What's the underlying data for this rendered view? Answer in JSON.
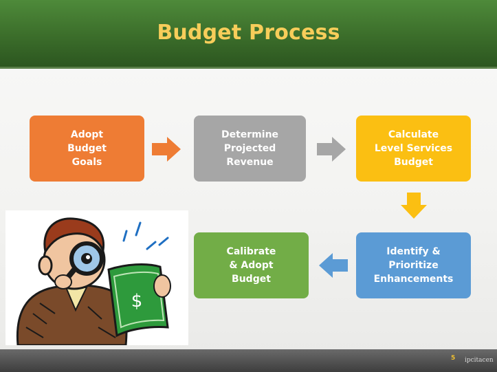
{
  "slide": {
    "title": "Budget Process",
    "page_number": "5",
    "footer_mark": "ipcitacen"
  },
  "steps": [
    {
      "label": "Adopt\nBudget\nGoals",
      "color": "#ee7c34"
    },
    {
      "label": "Determine\nProjected\nRevenue",
      "color": "#a6a6a6"
    },
    {
      "label": "Calculate\nLevel Services\nBudget",
      "color": "#fbbf12"
    },
    {
      "label": "Identify &\nPrioritize\nEnhancements",
      "color": "#5b9bd5"
    },
    {
      "label": "Calibrate\n& Adopt\nBudget",
      "color": "#72ad47"
    }
  ],
  "arrows": [
    {
      "direction": "right",
      "color": "#ee7c34"
    },
    {
      "direction": "right",
      "color": "#a6a6a6"
    },
    {
      "direction": "down",
      "color": "#fbbf12"
    },
    {
      "direction": "left",
      "color": "#5b9bd5"
    }
  ],
  "clipart": {
    "icon": "detective-with-magnifier-icon",
    "bill_symbol": "$"
  }
}
